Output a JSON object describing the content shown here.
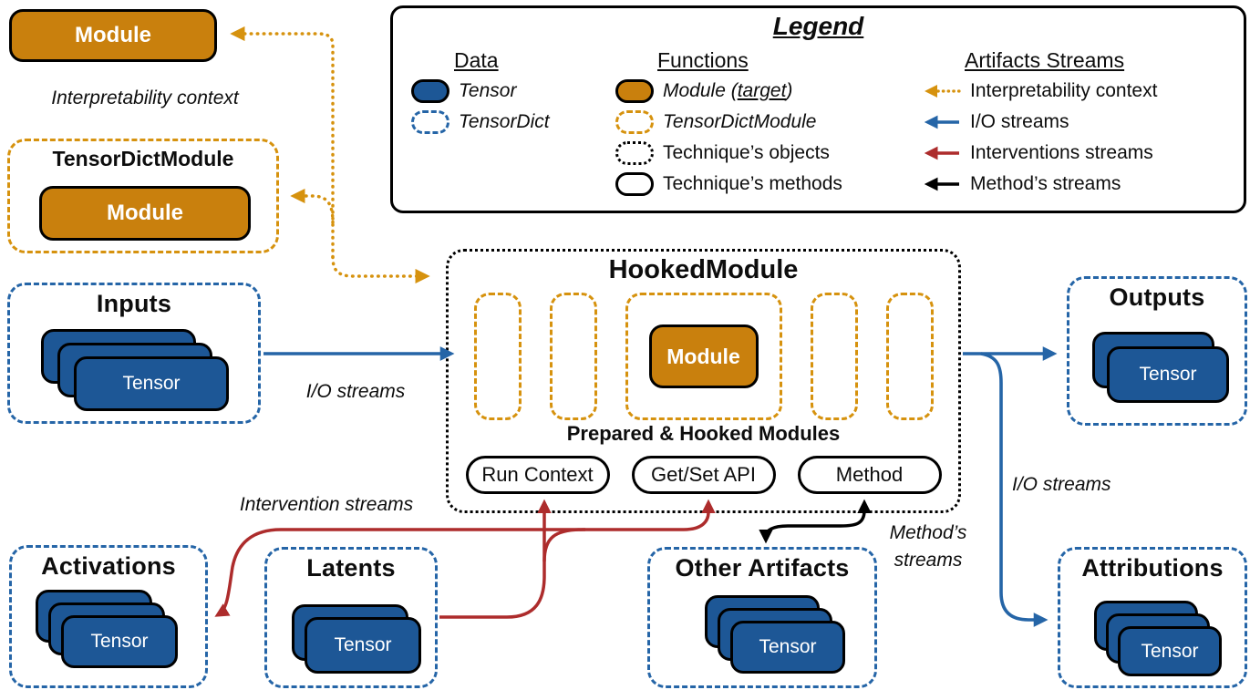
{
  "colors": {
    "module_orange": "#C9800D",
    "orange_stream": "#D6920E",
    "tensor_blue": "#1D5796",
    "io_blue": "#2565A7",
    "intervention_red": "#AD2C2C",
    "method_black": "#000000"
  },
  "interpretability": {
    "module_label": "Module",
    "caption": "Interpretability context",
    "tensordict_module_title": "TensorDictModule",
    "inner_module_label": "Module"
  },
  "legend": {
    "title": "Legend",
    "data_heading": "Data",
    "functions_heading": "Functions",
    "streams_heading": "Artifacts Streams",
    "items": {
      "tensor": "Tensor",
      "tensordict": "TensorDict",
      "module_prefix": "Module (",
      "module_target": "target",
      "module_suffix": ")",
      "tensordictmodule": "TensorDictModule",
      "technique_objects": "Technique’s objects",
      "technique_methods": "Technique’s methods",
      "interpretability_context": "Interpretability context",
      "io_streams": "I/O streams",
      "interventions_streams": "Interventions streams",
      "methods_streams": "Method’s streams"
    }
  },
  "hooked_module": {
    "title": "HookedModule",
    "module_label": "Module",
    "slots_caption": "Prepared & Hooked Modules",
    "run_context": "Run Context",
    "get_set_api": "Get/Set API",
    "method": "Method"
  },
  "boxes": {
    "inputs": {
      "title": "Inputs",
      "tensor": "Tensor"
    },
    "outputs": {
      "title": "Outputs",
      "tensor": "Tensor"
    },
    "activations": {
      "title": "Activations",
      "tensor": "Tensor"
    },
    "latents": {
      "title": "Latents",
      "tensor": "Tensor"
    },
    "other_artifacts": {
      "title": "Other Artifacts",
      "tensor": "Tensor"
    },
    "attributions": {
      "title": "Attributions",
      "tensor": "Tensor"
    }
  },
  "stream_labels": {
    "io_inputs": "I/O streams",
    "io_outputs": "I/O streams",
    "intervention": "Intervention streams",
    "methods_line1": "Method’s",
    "methods_line2": "streams"
  }
}
